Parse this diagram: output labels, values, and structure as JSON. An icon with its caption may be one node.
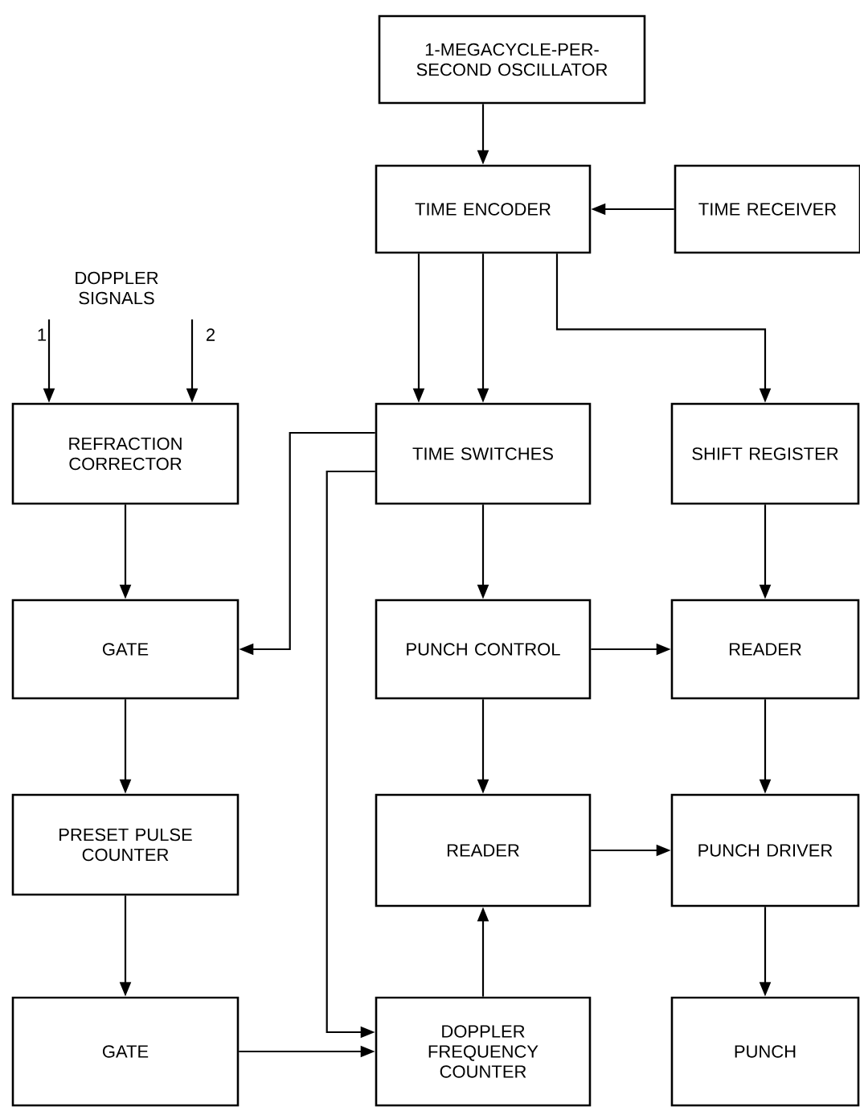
{
  "diagram": {
    "nodes": [
      {
        "text": [
          "1-MEGACYCLE-PER-SECOND OSCILLATOR"
        ]
      },
      {
        "text": [
          "TIME ENCODER"
        ]
      },
      {
        "text": [
          "TIME RECEIVER"
        ]
      },
      {
        "text": [
          "DOPPLER SIGNALS"
        ]
      },
      {
        "text": [
          "REFRACTION CORRECTOR"
        ]
      },
      {
        "text": [
          "TIME SWITCHES"
        ]
      },
      {
        "text": [
          "SHIFT REGISTER"
        ]
      },
      {
        "text": [
          "GATE"
        ]
      },
      {
        "text": [
          "PUNCH CONTROL"
        ]
      },
      {
        "text": [
          "READER"
        ]
      },
      {
        "text": [
          "PRESET PULSE COUNTER"
        ]
      },
      {
        "text": [
          "READER"
        ]
      },
      {
        "text": [
          "PUNCH DRIVER"
        ]
      },
      {
        "text": [
          "GATE"
        ]
      },
      {
        "text": [
          "DOPPLER FREQUENCY COUNTER"
        ]
      },
      {
        "text": [
          "PUNCH"
        ]
      }
    ],
    "edges": [
      {
        "from": 0,
        "to": 1,
        "arrow": "to"
      },
      {
        "from": 2,
        "to": 1,
        "arrow": "to"
      },
      {
        "from": 1,
        "to": 5,
        "arrow": "to"
      },
      {
        "from": 1,
        "to": 5,
        "arrow": "to"
      },
      {
        "from": 1,
        "to": 6,
        "arrow": "to"
      },
      {
        "from": 3,
        "to": 4,
        "label": "1",
        "arrow": "to"
      },
      {
        "from": 3,
        "to": 4,
        "label": "2",
        "arrow": "to"
      },
      {
        "from": 4,
        "to": 7,
        "arrow": "to"
      },
      {
        "from": 5,
        "to": 7,
        "arrow": "to"
      },
      {
        "from": 5,
        "to": 14,
        "arrow": "to"
      },
      {
        "from": 5,
        "to": 8,
        "arrow": "to"
      },
      {
        "from": 6,
        "to": 9,
        "arrow": "to"
      },
      {
        "from": 8,
        "to": 9,
        "arrow": "to"
      },
      {
        "from": 8,
        "to": 11,
        "arrow": "to"
      },
      {
        "from": 7,
        "to": 10,
        "arrow": "to"
      },
      {
        "from": 10,
        "to": 13,
        "arrow": "to"
      },
      {
        "from": 13,
        "to": 14,
        "arrow": "to"
      },
      {
        "from": 14,
        "to": 11,
        "arrow": "to"
      },
      {
        "from": 11,
        "to": 12,
        "arrow": "to"
      },
      {
        "from": 9,
        "to": 12,
        "arrow": "to"
      },
      {
        "from": 12,
        "to": 15,
        "arrow": "to"
      }
    ]
  }
}
